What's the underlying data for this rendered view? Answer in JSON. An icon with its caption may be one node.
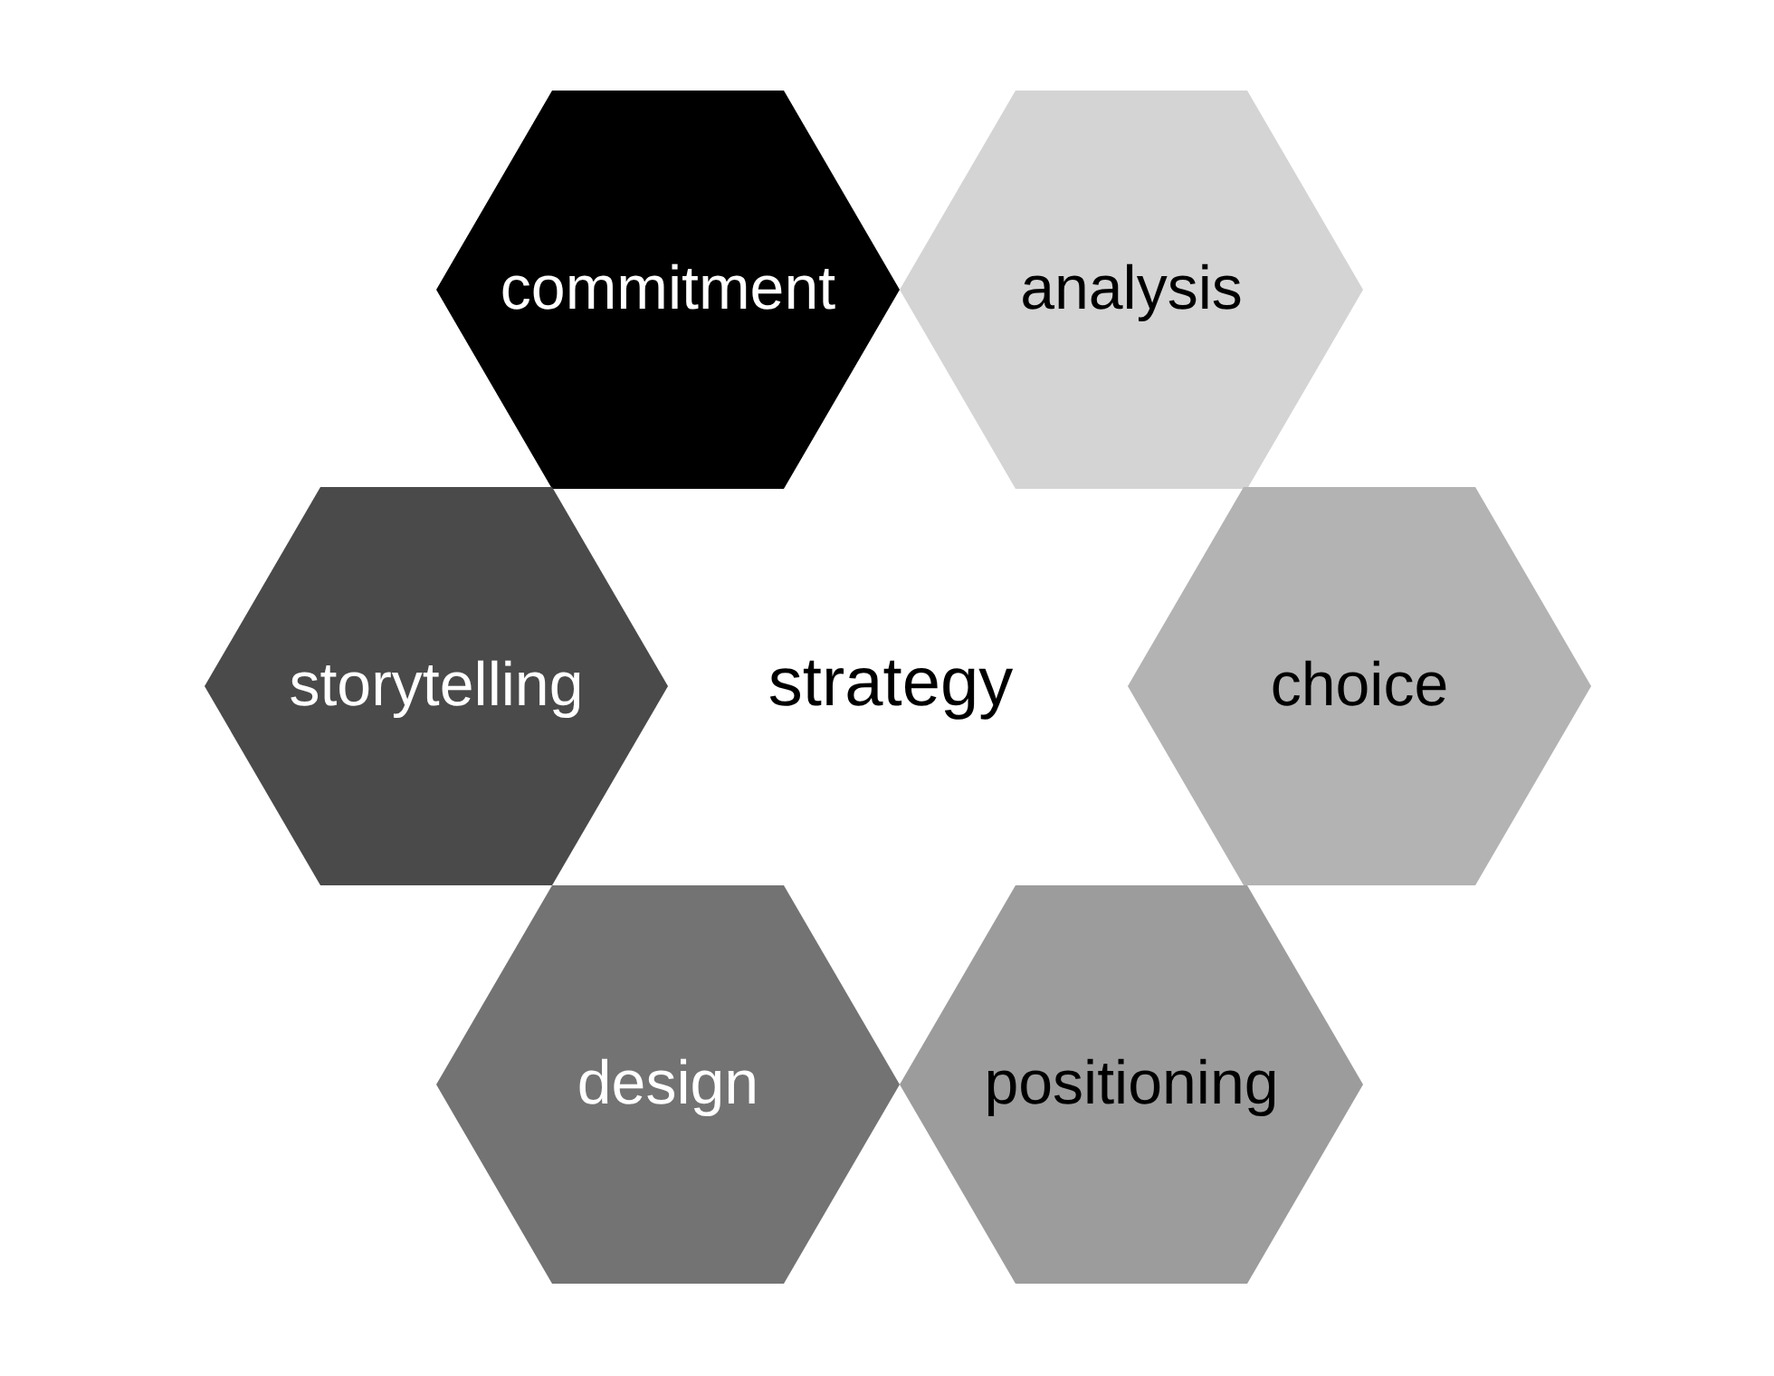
{
  "diagram": {
    "nodes": [
      {
        "text": [
          "commitment"
        ]
      },
      {
        "text": [
          "analysis"
        ]
      },
      {
        "text": [
          "storytelling"
        ]
      },
      {
        "text": [
          "choice"
        ]
      },
      {
        "text": [
          "design"
        ]
      },
      {
        "text": [
          "positioning"
        ]
      }
    ],
    "labels": [
      "strategy"
    ]
  }
}
